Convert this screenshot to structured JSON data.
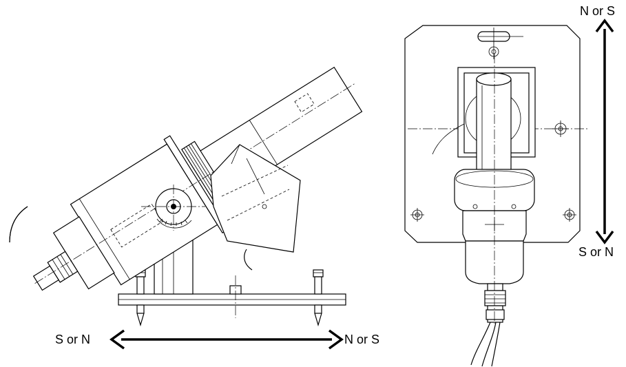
{
  "labels": {
    "left_arrow_start": "S or N",
    "left_arrow_end": "N or S",
    "right_arrow_top": "N or S",
    "right_arrow_bottom": "S or N"
  }
}
